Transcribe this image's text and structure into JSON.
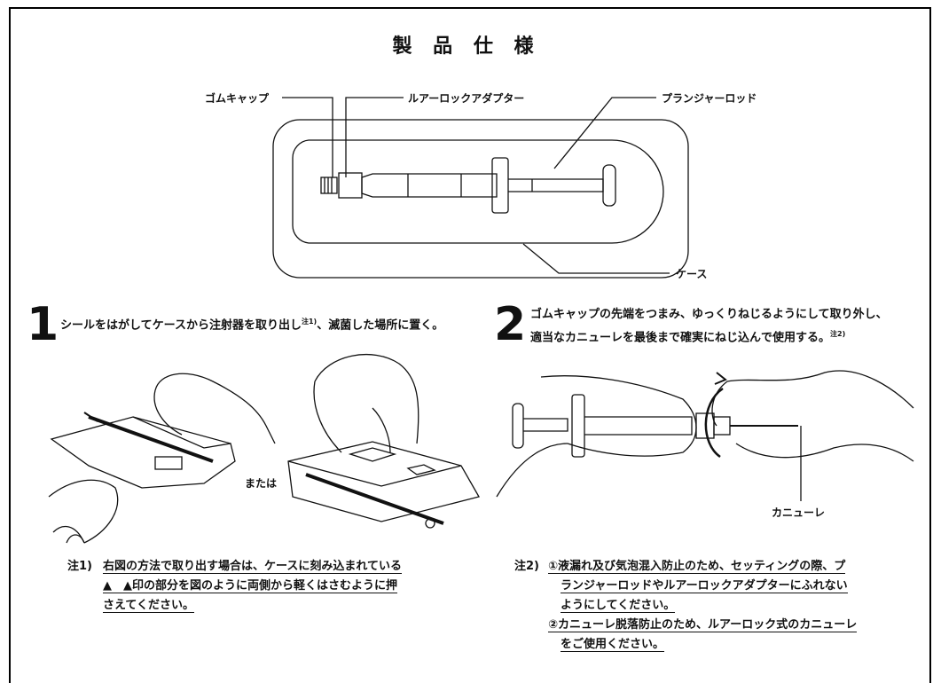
{
  "title": "製 品 仕 様",
  "diagram_labels": {
    "rubber_cap": "ゴムキャップ",
    "luer_lock": "ルアーロックアダプター",
    "plunger_rod": "プランジャーロッド",
    "case": "ケース",
    "cannula": "カニューレ",
    "or": "または"
  },
  "steps": [
    {
      "number": "1",
      "text": "シールをはがしてケースから注射器を取り出し",
      "note_ref": "注1)",
      "text_after": "、滅菌した場所に置く。"
    },
    {
      "number": "2",
      "line1": "ゴムキャップの先端をつまみ、ゆっくりねじるようにして取り外し、",
      "line2": "適当なカニューレを最後まで確実にねじ込んで使用する。",
      "note_ref": "注2)"
    }
  ],
  "note1": {
    "label": "注1)",
    "line1": "右図の方法で取り出す場合は、ケースに刻み込まれている",
    "line2": "▲　▲印の部分を図のように両側から軽くはさむように押",
    "line3": "さえてください。"
  },
  "note2": {
    "label": "注2)",
    "line1": "①液漏れ及び気泡混入防止のため、セッティングの際、プ",
    "line2": "ランジャーロッドやルアーロックアダプターにふれない",
    "line3": "ようにしてください。",
    "line4": "②カニューレ脱落防止のため、ルアーロック式のカニューレ",
    "line5": "をご使用ください。"
  }
}
